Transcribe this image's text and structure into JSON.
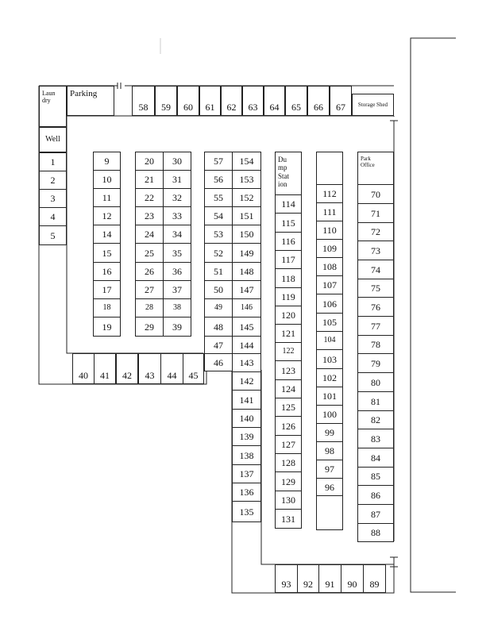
{
  "facilities": {
    "laundry": "Laun\ndry",
    "parking": "Parking",
    "well": "Well",
    "storage_shed": "Storage Shed",
    "dump_station": "Du\nmp\nStat\nion",
    "park_office": "Park\nOffice"
  },
  "sites": {
    "top_row": [
      "58",
      "59",
      "60",
      "61",
      "62",
      "63",
      "64",
      "65",
      "66",
      "67"
    ],
    "left_column": [
      "1",
      "2",
      "3",
      "4",
      "5"
    ],
    "column_a": [
      "9",
      "10",
      "11",
      "12",
      "14",
      "15",
      "16",
      "17",
      "18",
      "19"
    ],
    "column_b": [
      "20",
      "21",
      "22",
      "23",
      "24",
      "25",
      "26",
      "27",
      "28",
      "29"
    ],
    "column_c": [
      "30",
      "31",
      "32",
      "33",
      "34",
      "35",
      "36",
      "37",
      "38",
      "39"
    ],
    "bottom_row": [
      "40",
      "41",
      "42",
      "43",
      "44",
      "45"
    ],
    "column_d": [
      "57",
      "56",
      "55",
      "54",
      "53",
      "52",
      "51",
      "50",
      "49",
      "48",
      "47",
      "46"
    ],
    "column_e": [
      "154",
      "153",
      "152",
      "151",
      "150",
      "149",
      "148",
      "147",
      "146",
      "145",
      "144",
      "143",
      "142",
      "141",
      "140",
      "139",
      "138",
      "137",
      "136",
      "135"
    ],
    "column_f": [
      "114",
      "115",
      "116",
      "117",
      "118",
      "119",
      "120",
      "121",
      "122",
      "123",
      "124",
      "125",
      "126",
      "127",
      "128",
      "129",
      "130",
      "131"
    ],
    "column_g": [
      "112",
      "111",
      "110",
      "109",
      "108",
      "107",
      "106",
      "105",
      "104",
      "103",
      "102",
      "101",
      "100",
      "99",
      "98",
      "97",
      "96"
    ],
    "column_h": [
      "70",
      "71",
      "72",
      "73",
      "74",
      "75",
      "76",
      "77",
      "78",
      "79",
      "80",
      "81",
      "82",
      "83",
      "84",
      "85",
      "86",
      "87",
      "88"
    ],
    "lower_row": [
      "93",
      "92",
      "91",
      "90",
      "89"
    ]
  }
}
